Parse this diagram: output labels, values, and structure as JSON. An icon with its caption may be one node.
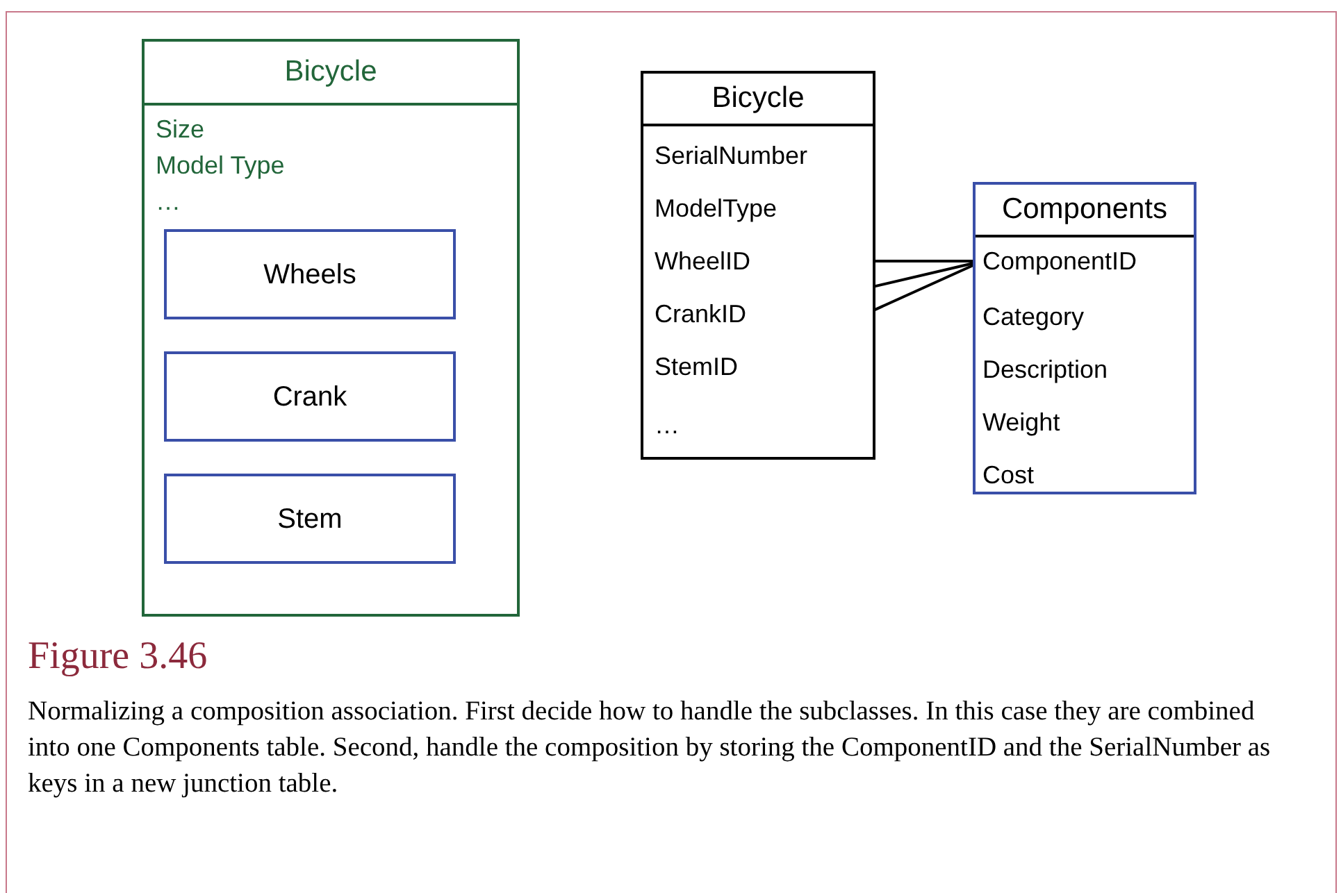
{
  "diagram": {
    "title": "Figure 3.46",
    "caption": "Normalizing a composition association. First decide how to handle the subclasses. In this case they are combined into one Components table. Second, handle the composition by storing the ComponentID and the SerialNumber as keys in a new junction table.",
    "nodes": [
      {
        "text": [
          "Bicycle",
          "Size",
          "Model Type",
          "…"
        ]
      },
      {
        "text": [
          "Wheels"
        ],
        "in": 0
      },
      {
        "text": [
          "Crank"
        ],
        "in": 0
      },
      {
        "text": [
          "Stem"
        ],
        "in": 0
      },
      {
        "text": [
          "Bicycle"
        ]
      },
      {
        "text": [
          "SerialNumber"
        ],
        "in": 4
      },
      {
        "text": [
          "ModelType"
        ],
        "in": 4
      },
      {
        "text": [
          "WheelID"
        ],
        "in": 4
      },
      {
        "text": [
          "CrankID"
        ],
        "in": 4
      },
      {
        "text": [
          "StemID"
        ],
        "in": 4
      },
      {
        "text": [
          "…"
        ],
        "in": 4
      },
      {
        "text": [
          "Components"
        ]
      },
      {
        "text": [
          "ComponentID"
        ],
        "in": 11
      },
      {
        "text": [
          "Category"
        ],
        "in": 11
      },
      {
        "text": [
          "Description"
        ],
        "in": 11
      },
      {
        "text": [
          "Weight"
        ],
        "in": 11
      },
      {
        "text": [
          "Cost"
        ],
        "in": 11
      }
    ],
    "edges": [
      {
        "from": 7,
        "to": 12,
        "arrow": "none"
      },
      {
        "from": 8,
        "to": 12,
        "arrow": "none"
      },
      {
        "from": 9,
        "to": 12,
        "arrow": "none"
      }
    ]
  }
}
